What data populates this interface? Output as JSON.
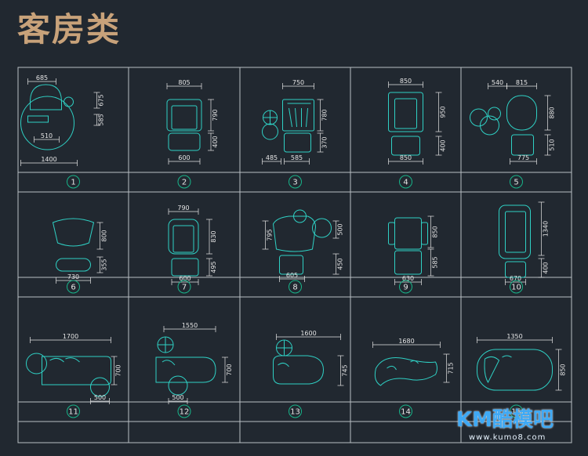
{
  "title": "客房类",
  "colors": {
    "background": "#212830",
    "frame": "#b9bfc4",
    "dim": "#e6e6e6",
    "shape": "#2fd0c4",
    "title": "#c8a27a",
    "marker": "#18b58a"
  },
  "cells": [
    {
      "id": "1",
      "dims": [
        "685",
        "675",
        "585",
        "510",
        "1400"
      ],
      "icon": "round-chair-with-side-table"
    },
    {
      "id": "2",
      "dims": [
        "805",
        "790",
        "400",
        "600"
      ],
      "icon": "armchair-with-ottoman"
    },
    {
      "id": "3",
      "dims": [
        "750",
        "780",
        "370",
        "485",
        "585"
      ],
      "icon": "wing-chair-with-lamp"
    },
    {
      "id": "4",
      "dims": [
        "850",
        "950",
        "400",
        "850"
      ],
      "icon": "club-chair-with-ottoman"
    },
    {
      "id": "5",
      "dims": [
        "540",
        "815",
        "880",
        "510",
        "775"
      ],
      "icon": "barrel-chair-with-tables"
    },
    {
      "id": "6",
      "dims": [
        "800",
        "355",
        "730"
      ],
      "icon": "lounge-chair-with-ottoman"
    },
    {
      "id": "7",
      "dims": [
        "790",
        "830",
        "495",
        "600"
      ],
      "icon": "slipper-chair-with-ottoman"
    },
    {
      "id": "8",
      "dims": [
        "795",
        "500",
        "450",
        "605"
      ],
      "icon": "cushion-chair-with-table"
    },
    {
      "id": "9",
      "dims": [
        "850",
        "585",
        "630"
      ],
      "icon": "chaise-chair-with-ottoman"
    },
    {
      "id": "10",
      "dims": [
        "1340",
        "400",
        "670"
      ],
      "icon": "recliner-with-ottoman"
    },
    {
      "id": "11",
      "dims": [
        "1700",
        "700",
        "500"
      ],
      "icon": "sofa-with-plant-and-table"
    },
    {
      "id": "12",
      "dims": [
        "1550",
        "700",
        "500"
      ],
      "icon": "chaise-lounge-with-lamp"
    },
    {
      "id": "13",
      "dims": [
        "1600",
        "745"
      ],
      "icon": "curved-sofa-with-lamp"
    },
    {
      "id": "14",
      "dims": [
        "1680",
        "715"
      ],
      "icon": "curved-daybed"
    },
    {
      "id": "15",
      "dims": [
        "1350",
        "850"
      ],
      "icon": "bathtub-lounge"
    }
  ],
  "watermark": {
    "logo": "KM酷模吧",
    "url": "www.kumo8.com"
  }
}
